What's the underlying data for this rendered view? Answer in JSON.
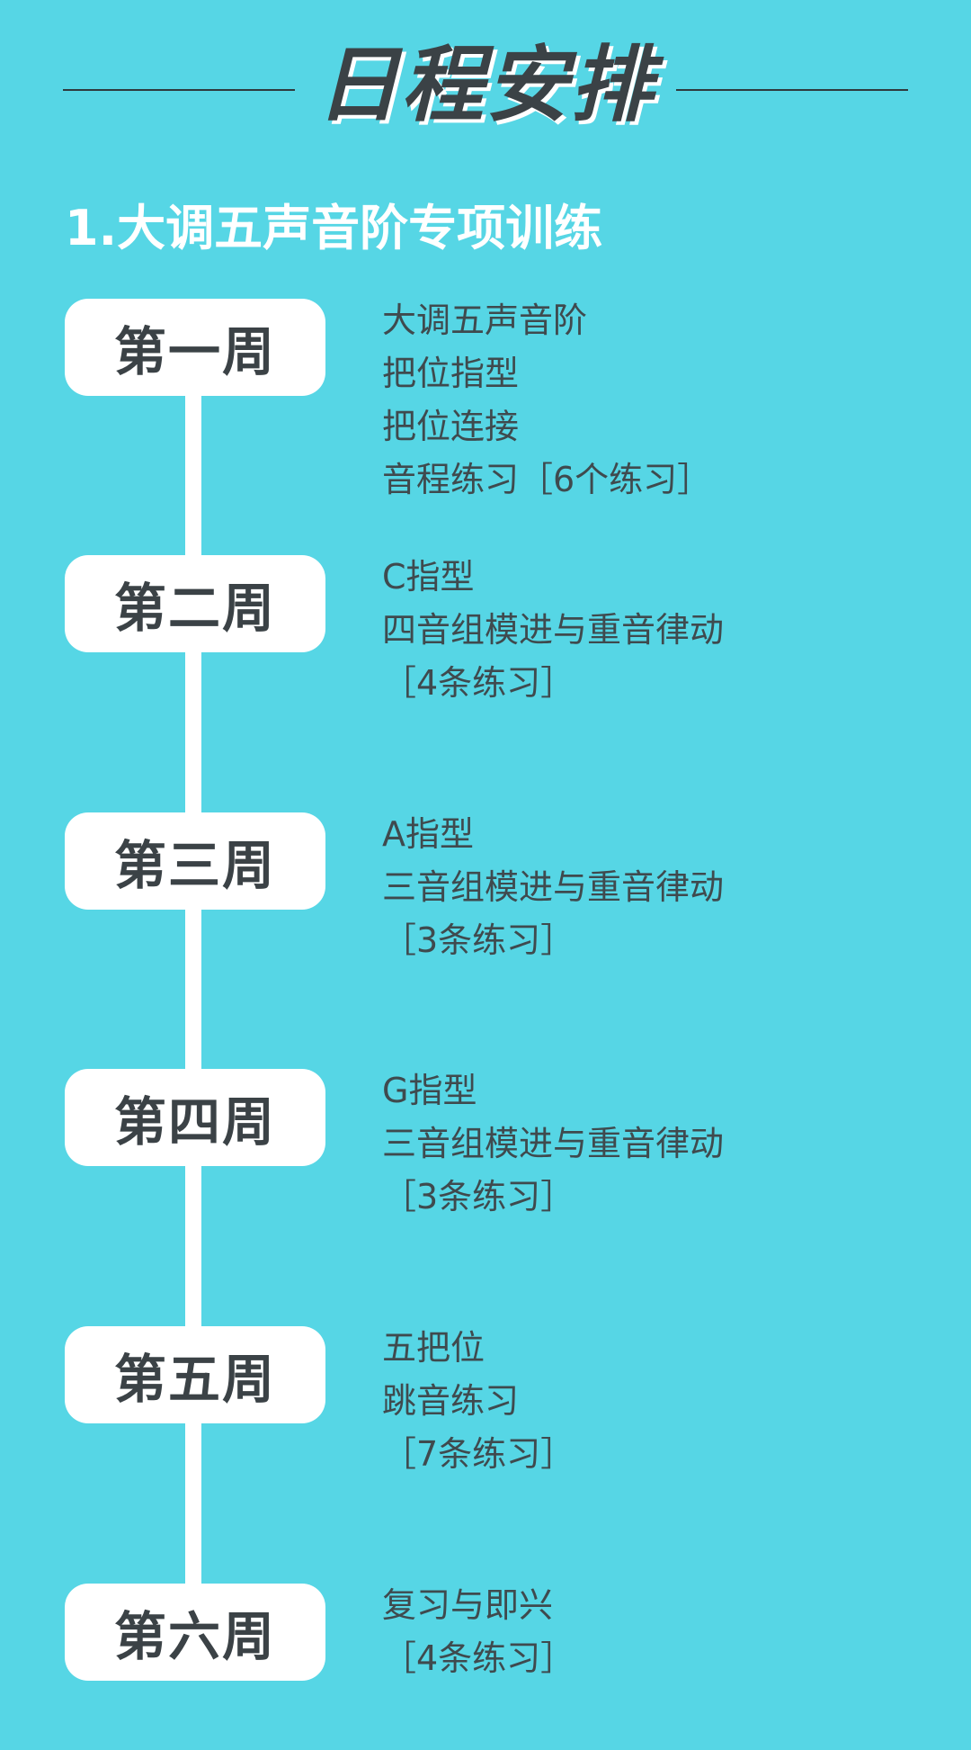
{
  "header": {
    "title": "日程安排",
    "section": "1.大调五声音阶专项训练"
  },
  "colors": {
    "background": "#56d6e5",
    "badge": "#ffffff",
    "text_dark": "#3f4a4e"
  },
  "weeks": [
    {
      "label": "第一周",
      "lines": [
        "大调五声音阶",
        "把位指型",
        "把位连接",
        "音程练习［6个练习］"
      ]
    },
    {
      "label": "第二周",
      "lines": [
        "C指型",
        "四音组模进与重音律动",
        "［4条练习］"
      ]
    },
    {
      "label": "第三周",
      "lines": [
        "A指型",
        "三音组模进与重音律动",
        "［3条练习］"
      ]
    },
    {
      "label": "第四周",
      "lines": [
        "G指型",
        "三音组模进与重音律动",
        "［3条练习］"
      ]
    },
    {
      "label": "第五周",
      "lines": [
        "五把位",
        "跳音练习",
        "［7条练习］"
      ]
    },
    {
      "label": "第六周",
      "lines": [
        "复习与即兴",
        "［4条练习］"
      ]
    }
  ]
}
